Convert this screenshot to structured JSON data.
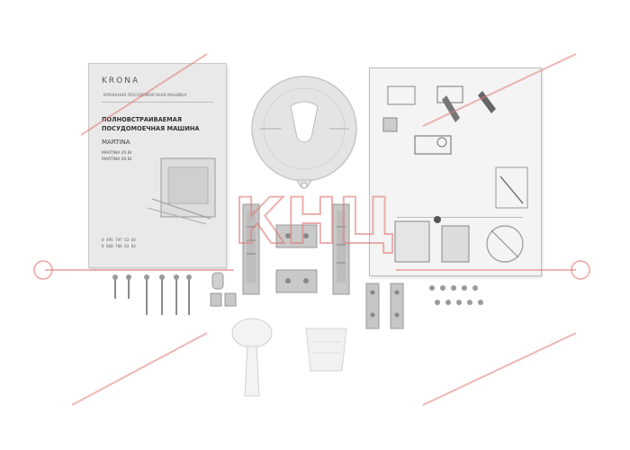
{
  "manual": {
    "brand": "KRONA",
    "subtitle": "КРОКАНАЯ ПОСУДОМОЕЧНАЯ МАШИНА",
    "title_line1": "ПОЛНОВСТРАИВАЕМАЯ",
    "title_line2": "ПОСУДОМОЕЧНАЯ МАШИНА",
    "model": "MARTINA",
    "variant1": "MARTINA 45 BI",
    "variant2": "MARTINA 60 BI",
    "footer_line1": "8 495 797 63 64",
    "footer_line2": "8 800 700 83 84"
  },
  "watermark": {
    "text": "КНЦ"
  },
  "colors": {
    "paper": "#e9e9e9",
    "metal": "#b8b8b8",
    "metal_dark": "#8a8a8a",
    "plastic": "#f0f0f0",
    "watermark": "#d9534f"
  },
  "items": {
    "manual": "manual-booklet",
    "template": "round-template",
    "sheet": "instruction-sheet",
    "brackets": "metal-brackets",
    "screws": "screws",
    "funnel": "plastic-funnel",
    "tray": "plastic-tray"
  }
}
